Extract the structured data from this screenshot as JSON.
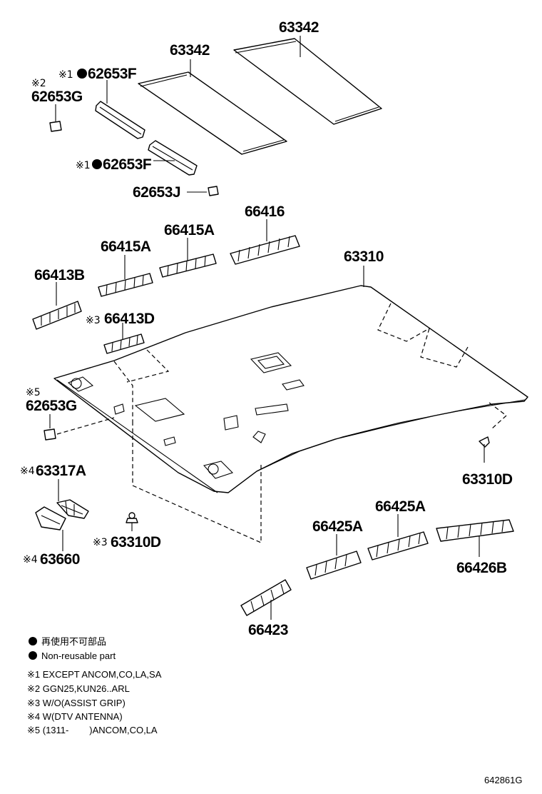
{
  "parts": {
    "pad_rear": "63342",
    "pad_front": "63342",
    "note_62653F_top": "※1",
    "bracket_62653F_top": "62653F",
    "note_62653G_top": "※2",
    "clip_62653G_top": "62653G",
    "note_62653F_bottom": "※1",
    "bracket_62653F_bottom": "62653F",
    "clip_62653J": "62653J",
    "clip_66416": "66416",
    "clip_66415A_right": "66415A",
    "clip_66415A_left": "66415A",
    "clip_66413B": "66413B",
    "note_66413D": "※3",
    "clip_66413D": "66413D",
    "headlining_63310": "63310",
    "note_62653G_bottom": "※5",
    "clip_62653G_bottom": "62653G",
    "note_63317A": "※4",
    "bracket_63317A": "63317A",
    "note_63660": "※4",
    "cover_63660": "63660",
    "note_63310D_left": "※3",
    "clip_63310D_left": "63310D",
    "clip_63310D_right": "63310D",
    "clip_66425A_left": "66425A",
    "clip_66425A_right": "66425A",
    "clip_66426B": "66426B",
    "clip_66423": "66423"
  },
  "legend": {
    "non_reusable_jp": "再使用不可部品",
    "non_reusable_en": "Non-reusable part",
    "notes": [
      "※1 EXCEPT ANCOM,CO,LA,SA",
      "※2 GGN25,KUN26..ARL",
      "※3 W/O(ASSIST GRIP)",
      "※4 W(DTV ANTENNA)",
      "※5 (1311-        )ANCOM,CO,LA"
    ]
  },
  "figure_id": "642861G"
}
